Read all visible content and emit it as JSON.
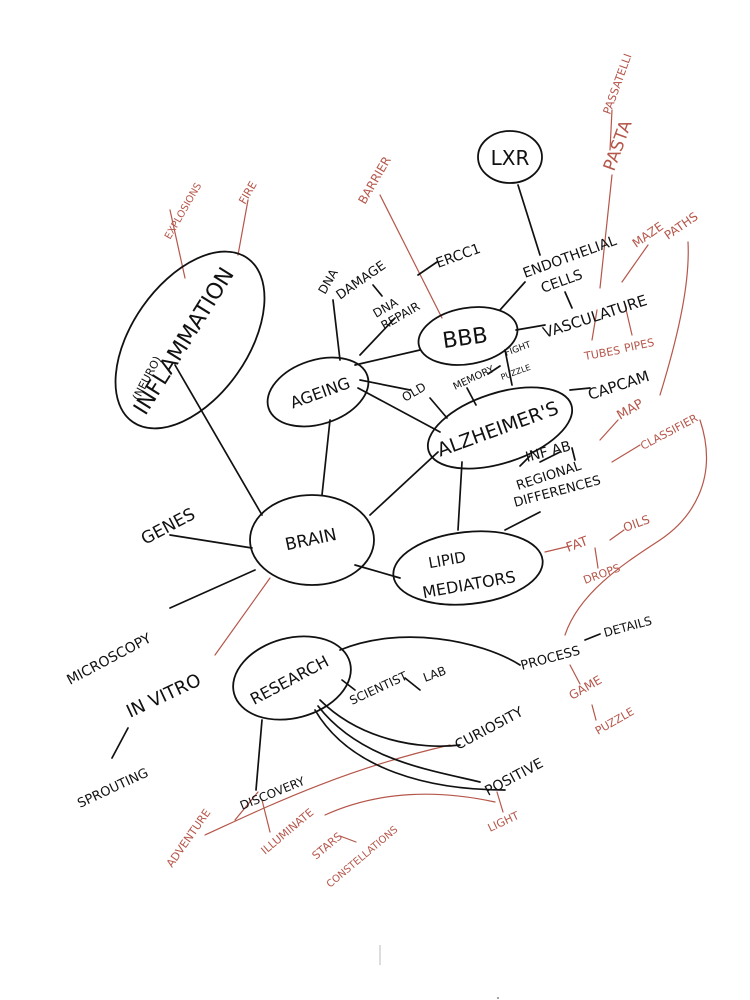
{
  "colors": {
    "ink": "#111111",
    "annotation": "#b5564a",
    "background": "#ffffff"
  },
  "nodes": {
    "lxr": "LXR",
    "inflammation": "INFLAMMATION",
    "neuro": "(NEURO)",
    "ageing": "AGEING",
    "bbb": "BBB",
    "alzheimers": "ALZHEIMER'S",
    "brain": "BRAIN",
    "lipid": "LIPID",
    "mediators": "MEDIATORS",
    "research": "RESEARCH"
  },
  "labels": {
    "dna": "DNA",
    "damage": "DAMAGE",
    "dna2": "DNA",
    "repair": "REPAIR",
    "ercc1": "ERCC1",
    "endothelial": "ENDOTHELIAL",
    "cells": "CELLS",
    "vasculature": "VASCULATURE",
    "memory": "MEMORY",
    "fight": "FIGHT",
    "puzzle_small": "PUZZLE",
    "old": "OLD",
    "capcam": "CAPCAM",
    "inf_ab": "INF AB",
    "regional": "REGIONAL",
    "differences": "DIFFERENCES",
    "genes": "GENES",
    "microscopy": "MICROSCOPY",
    "in_vitro": "IN VITRO",
    "sprouting": "SPROUTING",
    "scientist": "SCIENTIST",
    "lab": "LAB",
    "process": "PROCESS",
    "details": "DETAILS",
    "curiosity": "CURIOSITY",
    "positive": "POSITIVE",
    "discovery": "DISCOVERY"
  },
  "annotations": {
    "explosions": "EXPLOSIONS",
    "fire": "FIRE",
    "barrier": "BARRIER",
    "passatelli": "PASSATELLI",
    "pasta": "PASTA",
    "maze": "MAZE",
    "paths": "PATHS",
    "tubes": "TUBES",
    "pipes": "PIPES",
    "map": "MAP",
    "classifier": "CLASSIFIER",
    "fat": "FAT",
    "oils": "OILS",
    "drops": "DROPS",
    "game": "GAME",
    "puzzle": "PUZZLE",
    "adventure": "ADVENTURE",
    "illuminate": "ILLUMINATE",
    "stars": "STARS",
    "constellations": "CONSTELLATIONS",
    "light": "LIGHT"
  }
}
